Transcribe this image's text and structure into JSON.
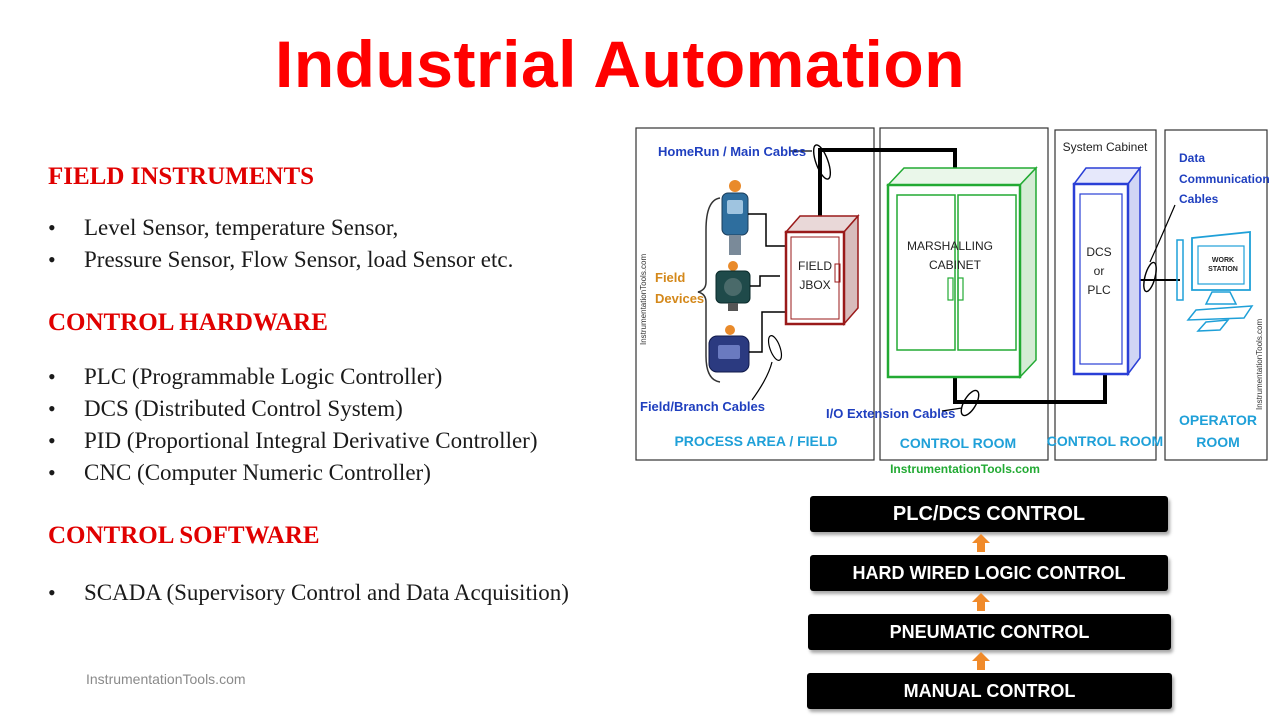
{
  "title": "Industrial Automation",
  "sections": [
    {
      "heading": "FIELD INSTRUMENTS",
      "items": [
        "Level Sensor, temperature Sensor,",
        "Pressure Sensor, Flow Sensor, load Sensor etc."
      ]
    },
    {
      "heading": "CONTROL HARDWARE",
      "items": [
        "PLC  (Programmable Logic Controller)",
        "DCS  (Distributed Control System)",
        "PID  (Proportional Integral Derivative Controller)",
        "CNC  (Computer Numeric Controller)"
      ]
    },
    {
      "heading": "CONTROL SOFTWARE",
      "items": [
        "SCADA (Supervisory Control and Data Acquisition)"
      ]
    }
  ],
  "watermark": "InstrumentationTools.com",
  "diagram": {
    "homerun_label": "HomeRun / Main Cables",
    "field_devices_line1": "Field",
    "field_devices_line2": "Devices",
    "field_jbox_line1": "FIELD",
    "field_jbox_line2": "JBOX",
    "field_branch_label": "Field/Branch Cables",
    "process_area_label": "PROCESS AREA / FIELD",
    "marshalling_line1": "MARSHALLING",
    "marshalling_line2": "CABINET",
    "io_extension_label": "I/O Extension Cables",
    "control_room_label": "CONTROL ROOM",
    "system_cabinet_label": "System Cabinet",
    "dcs_line1": "DCS",
    "dcs_line2": "or",
    "dcs_line3": "PLC",
    "control_room_label_2": "CONTROL ROOM",
    "data_comm_line1": "Data",
    "data_comm_line2": "Communication",
    "data_comm_line3": "Cables",
    "workstation_line1": "WORK",
    "workstation_line2": "STATION",
    "operator_room_line1": "OPERATOR",
    "operator_room_line2": "ROOM",
    "vertical_watermark_left": "InstrumentationTools.com",
    "vertical_watermark_right": "InstrumentationTools.com",
    "bottom_watermark": "InstrumentationTools.com",
    "colors": {
      "blue": "#2a3fd6",
      "dark_red": "#9a1a1a",
      "green": "#22aa33",
      "orange": "#d4881a",
      "text_blue": "#1f3fbf"
    }
  },
  "ladder": [
    "PLC/DCS  CONTROL",
    "HARD WIRED LOGIC CONTROL",
    "PNEUMATIC CONTROL",
    "MANUAL CONTROL"
  ]
}
